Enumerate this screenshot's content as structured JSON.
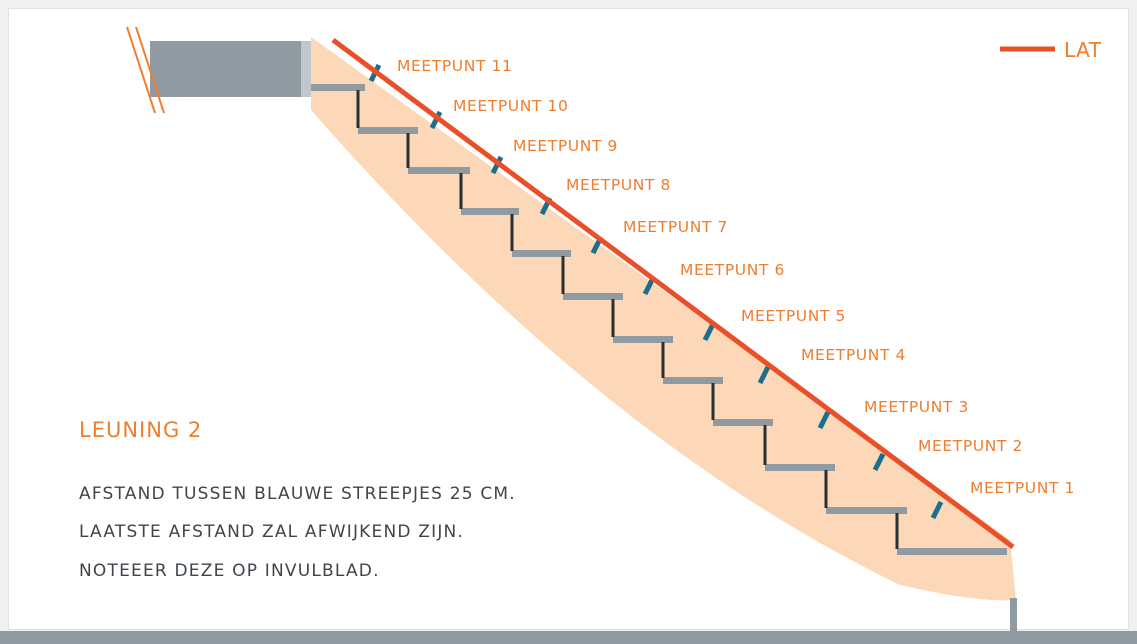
{
  "legend": {
    "label": "LAT",
    "color": "#e9502a"
  },
  "title": "LEUNING 2",
  "notes": [
    "AFSTAND TUSSEN BLAUWE STREEPJES 25 CM.",
    "LAATSTE AFSTAND ZAL AFWIJKEND ZIJN.",
    "NOTEEER DEZE OP INVULBLAD."
  ],
  "measure_points": [
    "MEETPUNT 11",
    "MEETPUNT 10",
    "MEETPUNT 9",
    "MEETPUNT 8",
    "MEETPUNT 7",
    "MEETPUNT 6",
    "MEETPUNT 5",
    "MEETPUNT 4",
    "MEETPUNT 3",
    "MEETPUNT 2",
    "MEETPUNT 1"
  ],
  "colors": {
    "lat": "#e9502a",
    "measure_tick": "#1b6f8a",
    "stair_fill": "#fcd8b8",
    "tread": "#8f9aa1",
    "riser": "#2d3033",
    "label": "#ef7d2e",
    "text": "#3e454b"
  }
}
